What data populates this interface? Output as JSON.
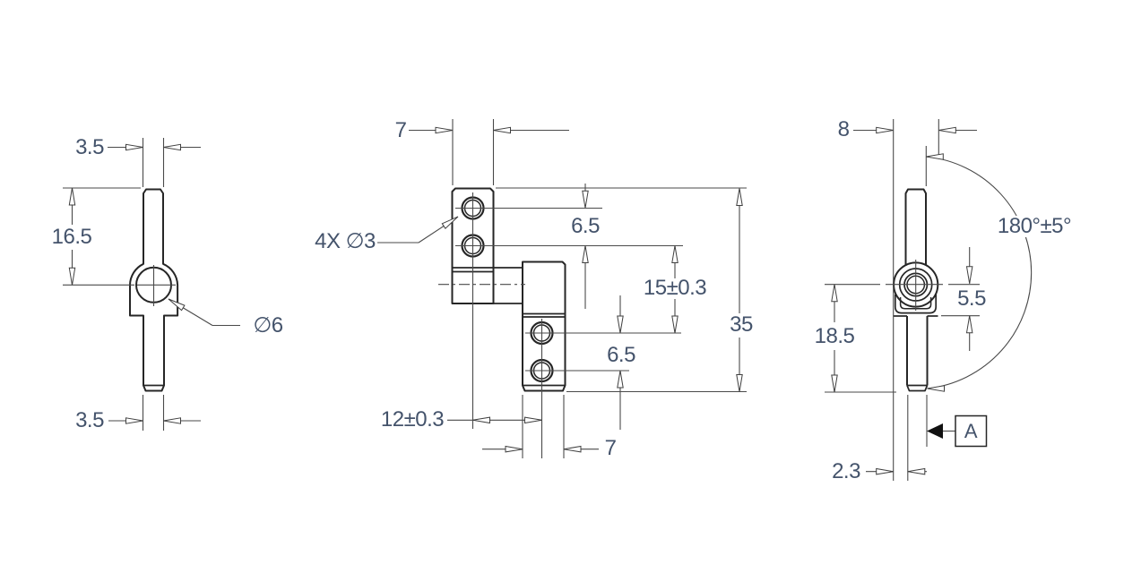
{
  "colors": {
    "line": "#333333",
    "text": "#44536b"
  },
  "views": {
    "left_side": {
      "labels": {
        "top_width": "3.5",
        "height_to_pin": "16.5",
        "bore_diameter": "∅6",
        "bottom_width": "3.5"
      }
    },
    "front": {
      "labels": {
        "upper_leaf_width": "7",
        "hole_callout": "4X ∅3",
        "upper_hole_pitch": "6.5",
        "hole_group_spacing": "15±0.3",
        "overall_height": "35",
        "lower_hole_pitch": "6.5",
        "leaf_center_distance": "12±0.3",
        "lower_leaf_width": "7"
      }
    },
    "right_side": {
      "labels": {
        "knuckle_width": "8",
        "opening_angle": "180°±5°",
        "pin_to_leaf_face": "5.5",
        "pin_to_leaf_end": "18.5",
        "leaf_thickness": "2.3",
        "datum_label": "A"
      }
    }
  }
}
